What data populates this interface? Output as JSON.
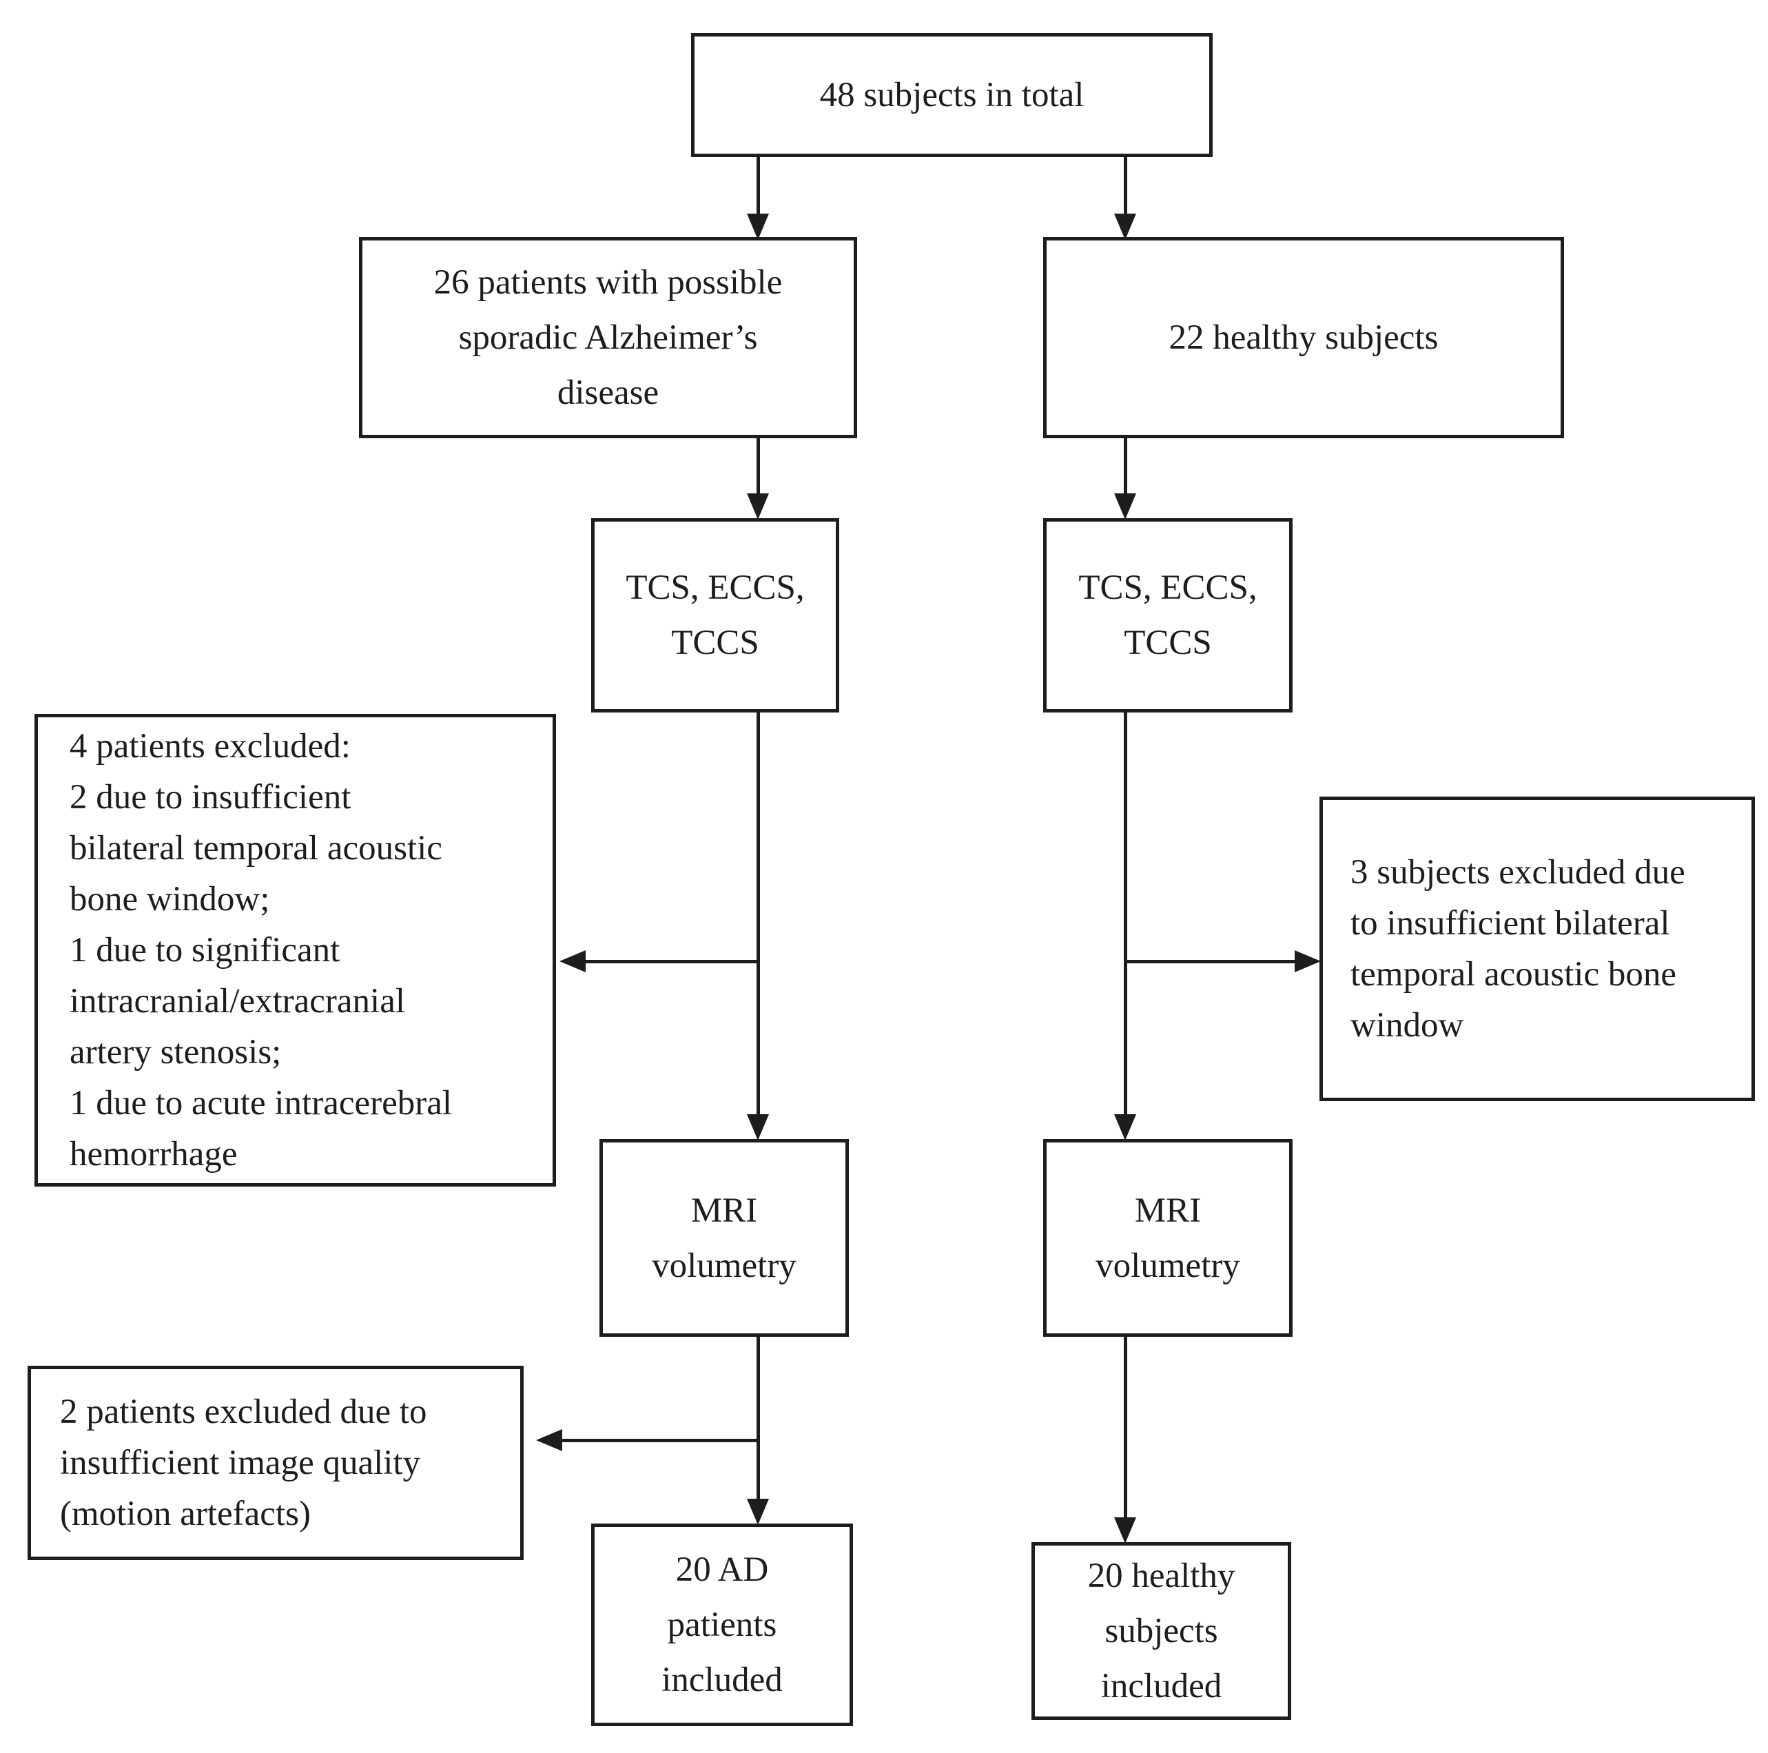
{
  "diagram": {
    "type": "flowchart",
    "colors": {
      "background": "#ffffff",
      "border": "#1d1d1d",
      "line": "#1d1d1d",
      "text": "#1d1d1d"
    },
    "nodes": {
      "total": {
        "text": "48 subjects in total"
      },
      "ad_patients": {
        "text": "26 patients with possible\nsporadic Alzheimer’s\ndisease"
      },
      "healthy_subjects": {
        "text": "22 healthy subjects"
      },
      "ultrasound_left": {
        "text": "TCS, ECCS,\nTCCS"
      },
      "ultrasound_right": {
        "text": "TCS, ECCS,\nTCCS"
      },
      "excluded_ad": {
        "text": "4 patients excluded:\n2 due to insufficient\nbilateral temporal acoustic\nbone window;\n1 due to significant\nintracranial/extracranial\nartery stenosis;\n1 due to acute intracerebral\nhemorrhage"
      },
      "excluded_healthy": {
        "text": "3 subjects excluded due\nto insufficient bilateral\ntemporal acoustic bone\nwindow"
      },
      "mri_left": {
        "text": "MRI\nvolumetry"
      },
      "mri_right": {
        "text": "MRI\nvolumetry"
      },
      "excluded_mri": {
        "text": "2 patients excluded due to\ninsufficient image quality\n(motion artefacts)"
      },
      "included_ad": {
        "text": "20 AD\npatients\nincluded"
      },
      "included_healthy": {
        "text": "20 healthy\nsubjects\nincluded"
      }
    },
    "edges": [
      {
        "from": "total",
        "to": "ad_patients"
      },
      {
        "from": "total",
        "to": "healthy_subjects"
      },
      {
        "from": "ad_patients",
        "to": "ultrasound_left"
      },
      {
        "from": "healthy_subjects",
        "to": "ultrasound_right"
      },
      {
        "from": "ultrasound_left",
        "to": "excluded_ad"
      },
      {
        "from": "ultrasound_left",
        "to": "mri_left"
      },
      {
        "from": "ultrasound_right",
        "to": "excluded_healthy"
      },
      {
        "from": "ultrasound_right",
        "to": "mri_right"
      },
      {
        "from": "mri_left",
        "to": "excluded_mri"
      },
      {
        "from": "mri_left",
        "to": "included_ad"
      },
      {
        "from": "mri_right",
        "to": "included_healthy"
      }
    ]
  }
}
